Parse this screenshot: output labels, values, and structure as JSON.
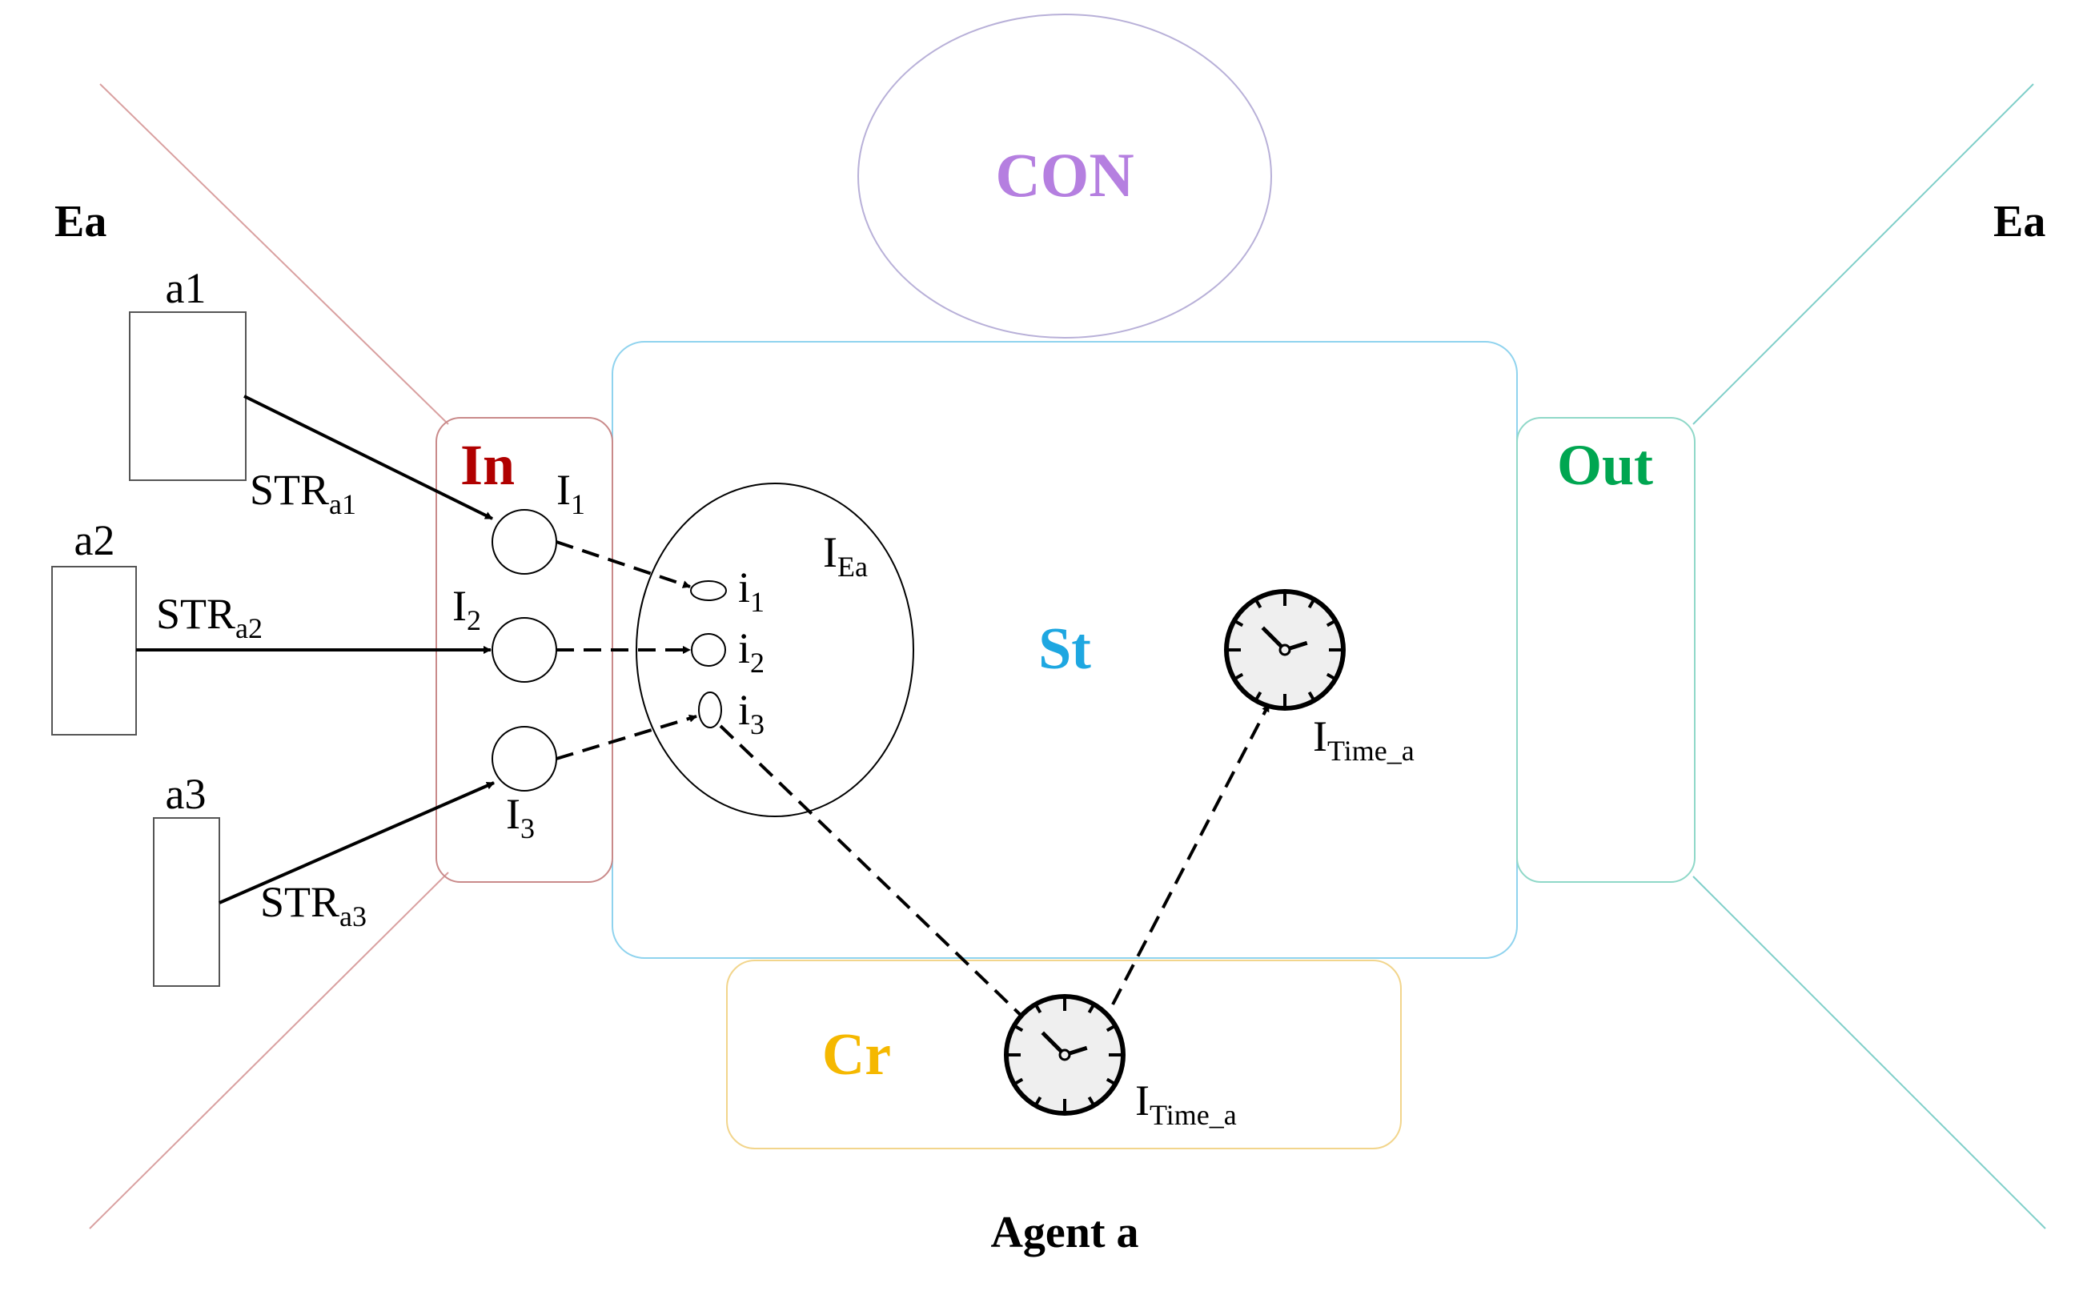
{
  "environment": {
    "left_label": "Ea",
    "right_label": "Ea"
  },
  "agent_label": "Agent a",
  "modules": {
    "con": {
      "label": "CON",
      "color": "#b57fe0"
    },
    "in": {
      "label": "In",
      "color": "#b00000"
    },
    "out": {
      "label": "Out",
      "color": "#00a651"
    },
    "st": {
      "label": "St",
      "color": "#1ea7e1"
    },
    "cr": {
      "label": "Cr",
      "color": "#f5b800"
    }
  },
  "agents": [
    {
      "name": "a1",
      "link_main": "STR",
      "link_sub": "a1"
    },
    {
      "name": "a2",
      "link_main": "STR",
      "link_sub": "a2"
    },
    {
      "name": "a3",
      "link_main": "STR",
      "link_sub": "a3"
    }
  ],
  "input_nodes": [
    {
      "main": "I",
      "sub": "1"
    },
    {
      "main": "I",
      "sub": "2"
    },
    {
      "main": "I",
      "sub": "3"
    }
  ],
  "ea_ellipse": {
    "main": "I",
    "sub": "Ea"
  },
  "internal_nodes": [
    {
      "main": "i",
      "sub": "1"
    },
    {
      "main": "i",
      "sub": "2"
    },
    {
      "main": "i",
      "sub": "3"
    }
  ],
  "clocks": [
    {
      "main": "I",
      "sub": "Time_a"
    },
    {
      "main": "I",
      "sub": "Time_a"
    }
  ],
  "line_colors": {
    "left_env": "#d9a0a0",
    "right_env": "#7fcfc9",
    "in_border": "#c98a8a",
    "st_border": "#8fd3ee",
    "out_border": "#8fd8c8",
    "cr_border": "#f2d58c",
    "con_border": "#b8b0d8"
  }
}
